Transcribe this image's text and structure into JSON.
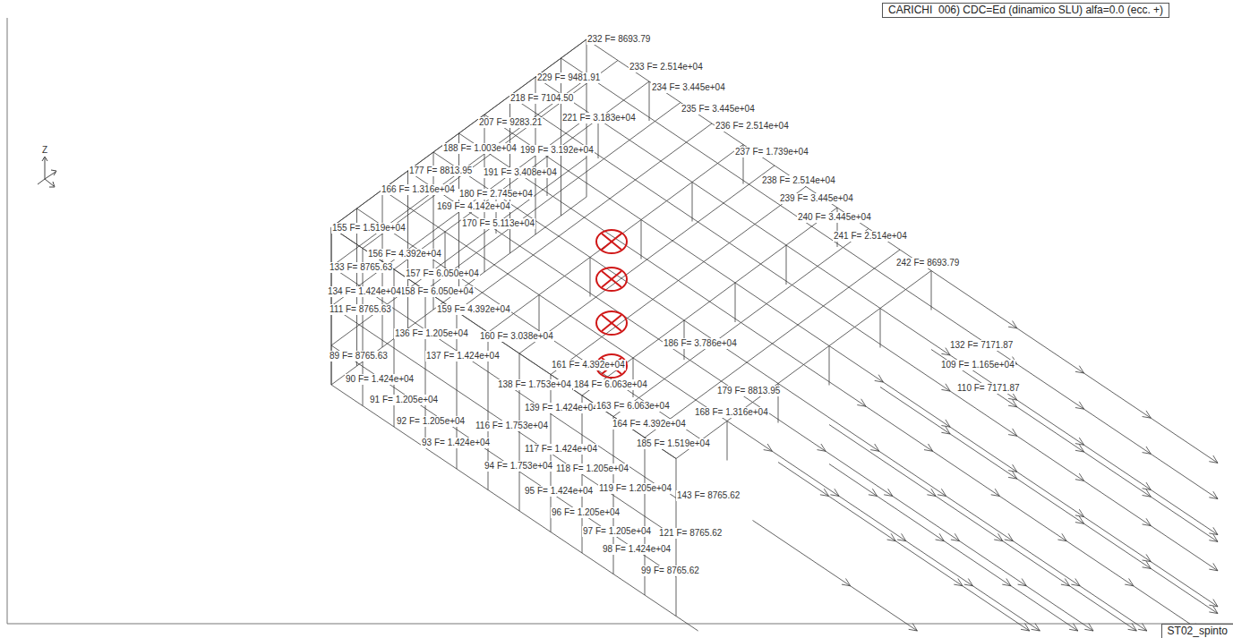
{
  "diagram": {
    "title": "CARICHI  006) CDC=Ed (dinamico SLU) alfa=0.0 (ecc. +)",
    "caption": "ST02_spinto",
    "labels": [
      "Z",
      "232 F= 8693.79",
      "229 F= 9481.91",
      "233 F= 2.514e+04",
      "234 F= 3.445e+04",
      "218 F= 7104.50",
      "235 F= 3.445e+04",
      "221 F= 3.183e+04",
      "236 F= 2.514e+04",
      "207 F= 9283.21",
      "188 F= 1.003e+04",
      "199 F= 3.192e+04",
      "237 F= 1.739e+04",
      "177 F= 8813.95",
      "191 F= 3.408e+04",
      "238 F= 2.514e+04",
      "166 F= 1.316e+04",
      "180 F= 2.745e+04",
      "239 F= 3.445e+04",
      "169 F= 4.142e+04",
      "240 F= 3.445e+04",
      "170 F= 5.113e+04",
      "155 F= 1.519e+04",
      "241 F= 2.514e+04",
      "156 F= 4.392e+04",
      "242 F= 8693.79",
      "133 F= 8765.63",
      "157 F= 6.050e+04",
      "158 F= 6.050e+04",
      "134 F= 1.424e+04",
      "111 F= 8765.63",
      "159 F= 4.392e+04",
      "136 F= 1.205e+04",
      "160 F= 3.038e+04",
      "89 F= 8765.63",
      "137 F= 1.424e+04",
      "90 F= 1.424e+04",
      "161 F= 4.392e+04",
      "138 F= 1.753e+04",
      "184 F= 6.063e+04",
      "91 F= 1.205e+04",
      "139 F= 1.424e+04",
      "163 F= 6.063e+04",
      "92 F= 1.205e+04",
      "116 F= 1.753e+04",
      "164 F= 4.392e+04",
      "93 F= 1.424e+04",
      "185 F= 1.519e+04",
      "117 F= 1.424e+04",
      "94 F= 1.753e+04",
      "118 F= 1.205e+04",
      "95 F= 1.424e+04",
      "119 F= 1.205e+04",
      "143 F= 8765.62",
      "96 F= 1.205e+04",
      "97 F= 1.205e+04",
      "121 F= 8765.62",
      "98 F= 1.424e+04",
      "99 F= 8765.62",
      "179 F= 8813.95",
      "168 F= 1.316e+04",
      "132 F= 7171.87",
      "109 F= 1.165e+04",
      "110 F= 7171.87",
      "186 F= 3.786e+04"
    ]
  }
}
